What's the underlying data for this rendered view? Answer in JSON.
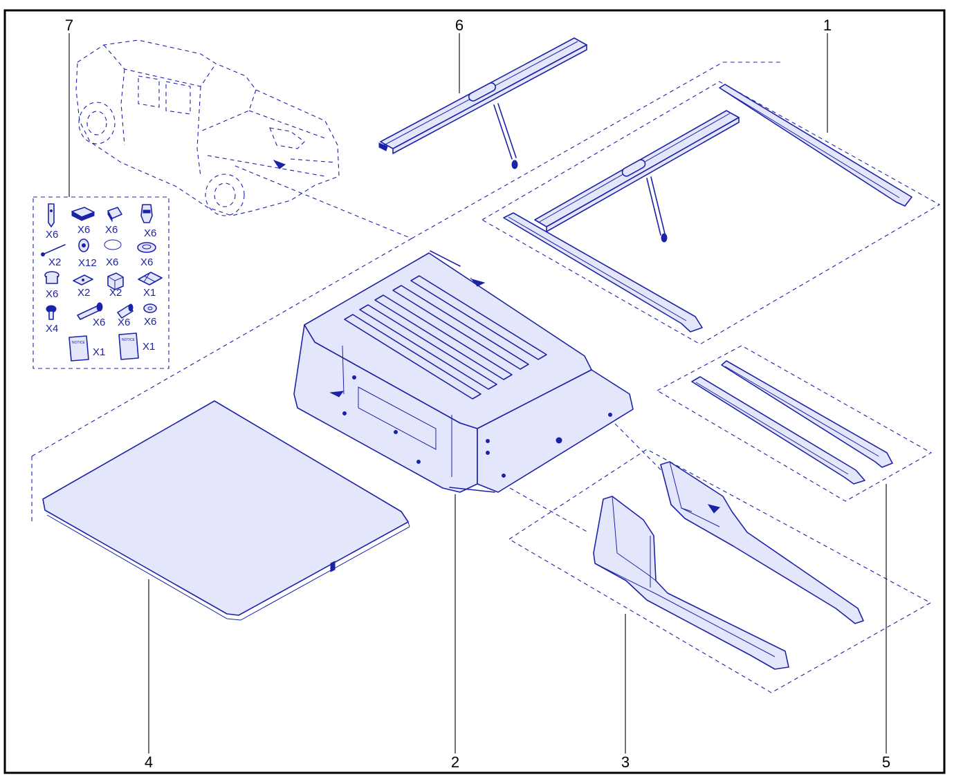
{
  "callouts": {
    "c1": "1",
    "c2": "2",
    "c3": "3",
    "c4": "4",
    "c5": "5",
    "c6": "6",
    "c7": "7"
  },
  "kit": {
    "items": [
      {
        "qty": "X6",
        "icon": "clip-icon"
      },
      {
        "qty": "X6",
        "icon": "bracket-icon"
      },
      {
        "qty": "X6",
        "icon": "block-icon"
      },
      {
        "qty": "X6",
        "icon": "clamp-icon"
      },
      {
        "qty": "X2",
        "icon": "rod-icon"
      },
      {
        "qty": "X12",
        "icon": "nut-icon"
      },
      {
        "qty": "X6",
        "icon": "o-ring-icon"
      },
      {
        "qty": "X6",
        "icon": "grommet-icon"
      },
      {
        "qty": "X6",
        "icon": "plug-icon"
      },
      {
        "qty": "X2",
        "icon": "plate-icon"
      },
      {
        "qty": "X2",
        "icon": "bracket-box-icon"
      },
      {
        "qty": "X1",
        "icon": "pad-sheet-icon"
      },
      {
        "qty": "X4",
        "icon": "bolt-icon"
      },
      {
        "qty": "X6",
        "icon": "screw-icon"
      },
      {
        "qty": "X6",
        "icon": "sleeve-icon"
      },
      {
        "qty": "X6",
        "icon": "washer-icon"
      },
      {
        "qty": "X1",
        "icon": "notice-booklet-icon",
        "label": "NOTICE"
      },
      {
        "qty": "X1",
        "icon": "notice-booklet-icon",
        "label": "NOTICE"
      }
    ]
  },
  "colors": {
    "line": "#1a22a8",
    "fill": "#e4e7fb",
    "frame": "#000000"
  }
}
